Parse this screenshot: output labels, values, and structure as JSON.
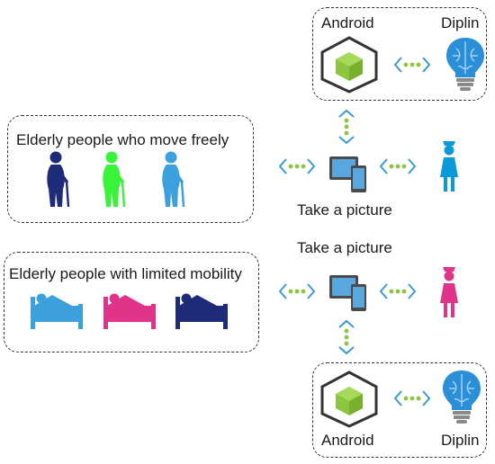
{
  "groups": {
    "free": {
      "label": "Elderly people who move freely"
    },
    "limited": {
      "label": "Elderly people with limited mobility"
    }
  },
  "top_module": {
    "left_label": "Android",
    "right_label": "Diplin"
  },
  "bottom_module": {
    "left_label": "Android",
    "right_label": "Diplin"
  },
  "captions": {
    "upper_device": "Take a picture",
    "lower_device": "Take a picture"
  },
  "colors": {
    "arrow": "#3a9bd5",
    "dot": "#8cc63f",
    "navy": "#1e2b78",
    "green": "#39f23a",
    "sky": "#3ba0dc",
    "magenta": "#e0338a",
    "nurse_blue": "#0a99d9",
    "nurse_pink": "#e0338a",
    "brain": "#2a8fd6",
    "box_green": "#8cc63f"
  },
  "icons": [
    "elderly-person-icon",
    "bedridden-person-icon",
    "tablet-phone-icon",
    "nurse-icon",
    "android-box-icon",
    "brain-bulb-icon",
    "bidirectional-arrow-icon"
  ]
}
